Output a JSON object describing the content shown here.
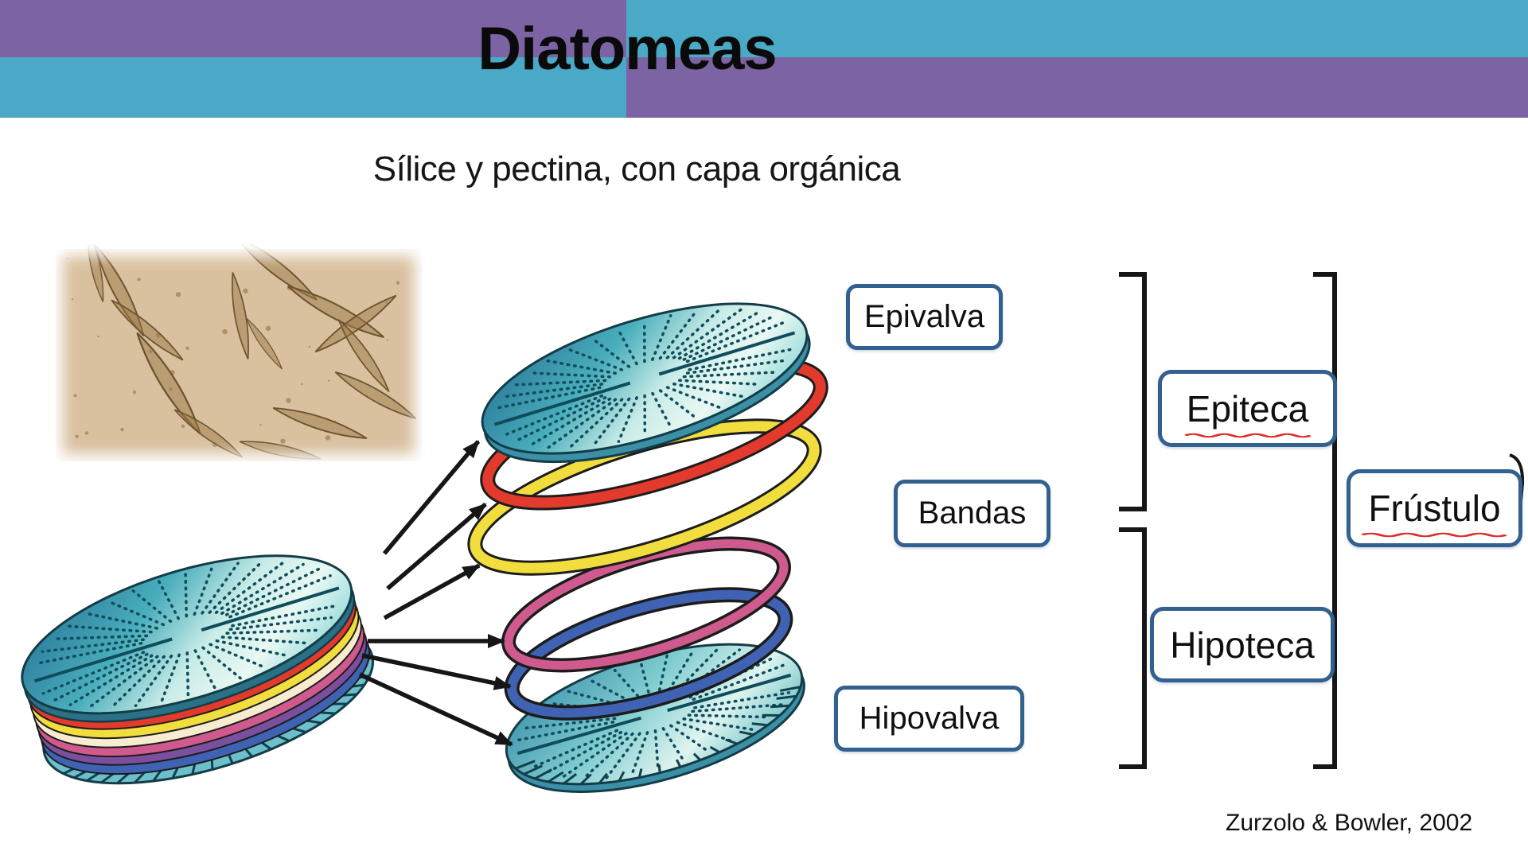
{
  "header": {
    "title": "Diatomeas",
    "block_colors": {
      "purple": "#7c64a4",
      "teal": "#4aa9c6"
    }
  },
  "subtitle": "Sílice y pectina, con capa orgánica",
  "labels": {
    "epivalva": "Epivalva",
    "bandas": "Bandas",
    "hipovalva": "Hipovalva",
    "epiteca": "Epiteca",
    "hipoteca": "Hipoteca",
    "frustulo": "Frústulo"
  },
  "citation": "Zurzolo & Bowler, 2002",
  "colors": {
    "label_border_blue": "#33618f",
    "spellcheck_red": "#e02b2b",
    "line_black": "#161616",
    "valve_teal": "#49aebc",
    "valve_dark_teal": "#2c7d9c",
    "band_red": "#e23a2c",
    "band_cream": "#f7eccf",
    "band_yellow": "#f2dd3e",
    "band_pink": "#cf5a8e",
    "band_purple": "#7a4f9e",
    "band_blue": "#3f63b2",
    "photo_tan": "#d9c09f",
    "diatom_cell_brown": "#9c7a45"
  },
  "icons": {
    "arrow": "black line with solid triangle head",
    "bracket": "black square grouping bracket",
    "squiggle": "red wavy spell-check underline"
  }
}
